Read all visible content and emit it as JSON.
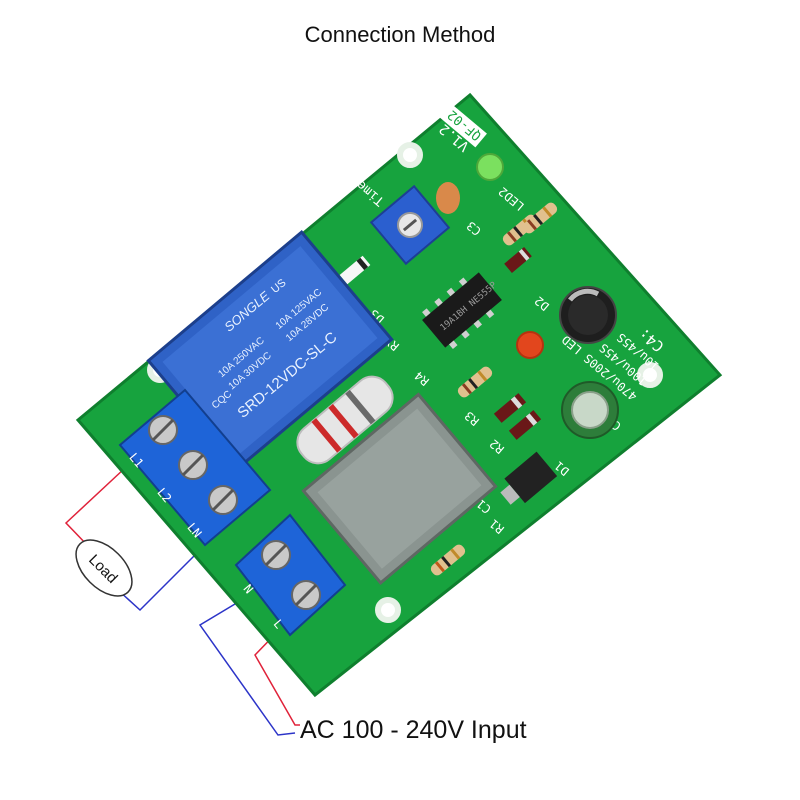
{
  "header": {
    "title": "Connection Method"
  },
  "footer": {
    "input_label": "AC 100 - 240V Input"
  },
  "diagram": {
    "load_label": "Load",
    "wire_colors": {
      "red": "#e0223a",
      "blue": "#2c34c8"
    }
  },
  "board": {
    "version": "V1.2",
    "model": "QF-02",
    "time_label": "Time adj",
    "capacitor_label": "C4:",
    "capacitor_values": [
      "10u/45S",
      "100u/45S",
      "470u/200S LED"
    ],
    "silkscreen": [
      "D3",
      "RY1",
      "R4",
      "R3",
      "R2",
      "R1",
      "C1",
      "C3",
      "D1",
      "D2",
      "LED2",
      "C2"
    ],
    "terminals_output": [
      "L1",
      "L2",
      "LN"
    ],
    "terminals_input": [
      "N",
      "L"
    ],
    "ic_label": "19A1BH NE555P"
  },
  "relay": {
    "brand": "SONGLE",
    "model": "SRD-12VDC-SL-C",
    "ratings": [
      "10A 250VAC",
      "10A 125VAC",
      "10A 30VDC",
      "10A 28VDC"
    ],
    "cert": "CQC",
    "us_mark": "US"
  },
  "colors": {
    "pcb": "#17a33e",
    "relay": "#2f62c6",
    "terminal": "#1e64d8",
    "transformer": "#8a9490"
  }
}
